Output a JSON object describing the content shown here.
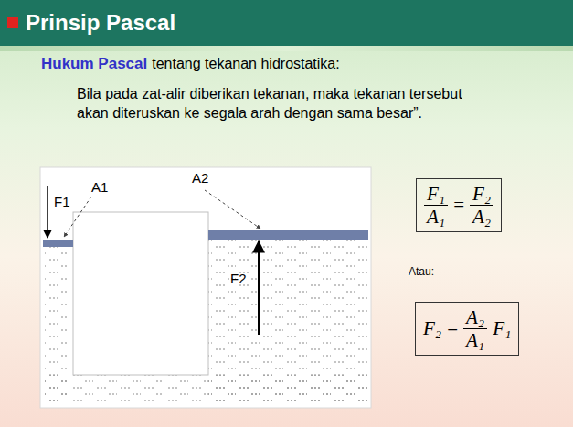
{
  "diagram": {
    "title": "Prinsip Pascal",
    "nodes": [
      {
        "text": [
          "F₁",
          "A₁",
          "=",
          "F₂",
          "A₂"
        ]
      },
      {
        "text": [
          "F₂",
          "=",
          "A₂",
          "A₁",
          "F₁"
        ]
      }
    ],
    "labels": [
      "Hukum Pascal",
      "tentang tekanan hidrostatika:",
      "Bila pada zat-alir diberikan tekanan, maka tekanan tersebut akan diteruskan ke segala arah dengan sama besar”.",
      "F1",
      "A1",
      "A2",
      "F2",
      "Atau:"
    ]
  }
}
